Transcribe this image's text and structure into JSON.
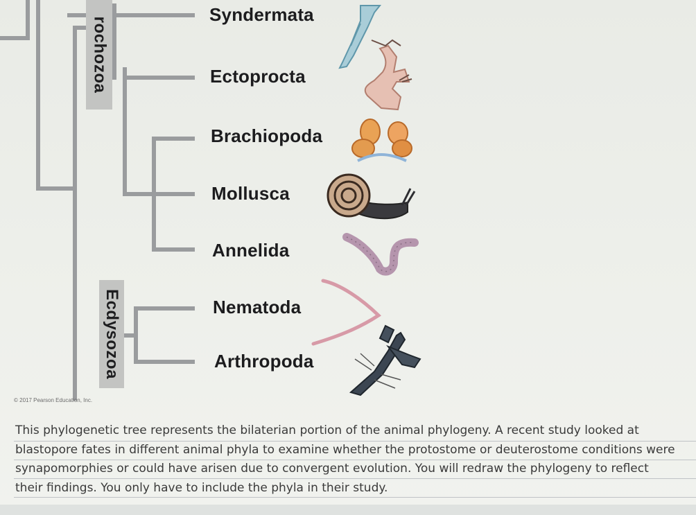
{
  "taxa": [
    {
      "key": "syndermata",
      "label": "Syndermata"
    },
    {
      "key": "ectoprocta",
      "label": "Ectoprocta"
    },
    {
      "key": "brachiopoda",
      "label": "Brachiopoda"
    },
    {
      "key": "mollusca",
      "label": "Mollusca"
    },
    {
      "key": "annelida",
      "label": "Annelida"
    },
    {
      "key": "nematoda",
      "label": "Nematoda"
    },
    {
      "key": "arthropoda",
      "label": "Arthropoda"
    }
  ],
  "clades": {
    "lophotrochozoa_visible": "rochozoa",
    "ecdysozoa": "Ecdysozoa"
  },
  "animals": {
    "syndermata": "rotifer",
    "ectoprocta": "bryozoan",
    "brachiopoda": "lamp-shells",
    "mollusca": "snail",
    "annelida": "earthworm",
    "nematoda": "roundworm",
    "arthropoda": "lobster"
  },
  "colors": {
    "branch": "#9a9c9e",
    "clade_box": "#c3c4c2",
    "label": "#1c1c1e",
    "question_text": "#3a3a3a"
  },
  "copyright": "© 2017 Pearson Education, Inc.",
  "question": {
    "lines": [
      "This phylogenetic tree represents the bilaterian portion of the animal phylogeny.  A recent study looked at",
      "blastopore fates in different animal phyla to examine whether the protostome or deuterostome conditions were",
      "synapomorphies or could have arisen due to convergent evolution.   You will redraw the phylogeny to reflect",
      "their findings.  You only have to include the phyla in their study."
    ]
  }
}
